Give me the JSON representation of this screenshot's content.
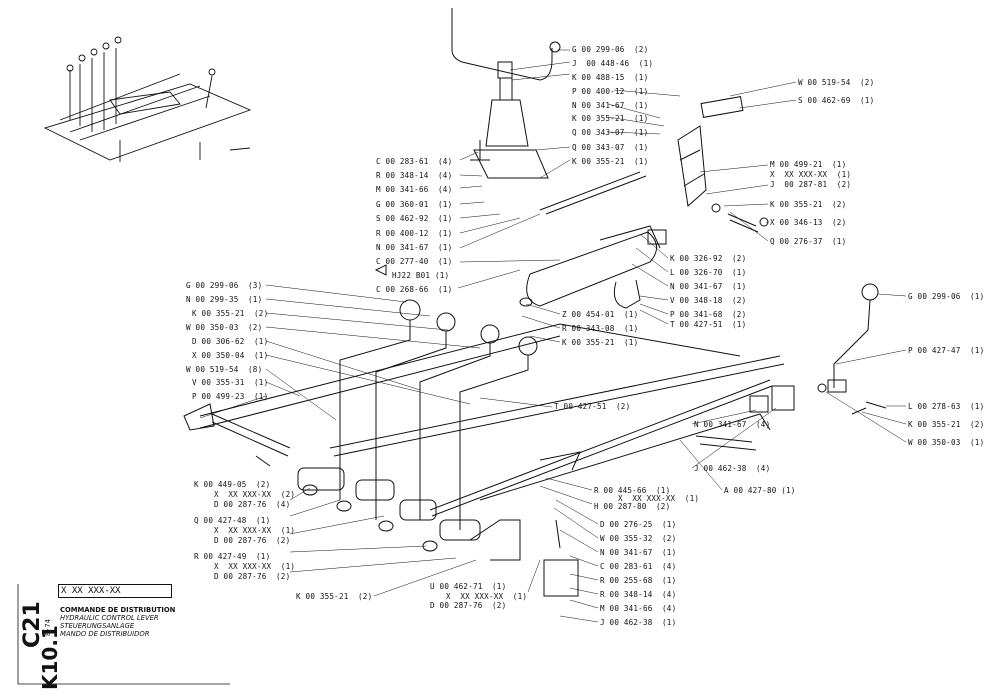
{
  "sheet": {
    "code_main": "C21",
    "code_sub": "K10.1",
    "date": "8-74",
    "ref_box": "X XX XXX-XX",
    "titles": [
      "COMMANDE DE DISTRIBUTION",
      "HYDRAULIC CONTROL LEVER",
      "STEUERUNGSANLAGE",
      "MANDO DE DISTRIBUIDOR"
    ]
  },
  "labels": {
    "g00299_06_top": "G 00 299-06  (2)",
    "j00448_46": "J  00 448-46  (1)",
    "k00488_15": "K 00 488-15  (1)",
    "p00400_12_top": "P 00 400-12  (1)",
    "n00341_67_top": "N 00 341-67  (1)",
    "k00355_21_top": "K 00 355-21  (1)",
    "q00343_07_a": "Q 00 343-07  (1)",
    "q00343_07_b": "Q 00 343-07  (1)",
    "k00355_21_b": "K 00 355-21  (1)",
    "c00283_61_l": "C 00 283-61  (4)",
    "r00348_14_l": "R 00 348-14  (4)",
    "m00341_66_l": "M 00 341-66  (4)",
    "g00360_01": "G 00 360-01  (1)",
    "s00462_92": "S 00 462-92  (1)",
    "r00400_12": "R 00 400-12  (1)",
    "n00341_67_l": "N 00 341-67  (1)",
    "c00277_40": "C 00 277-40  (1)",
    "hj22": "HJ22 B01 (1)",
    "c00268_66": "C 00 268-66  (1)",
    "w00519_54_r": "W 00 519-54  (2)",
    "s00462_69": "S 00 462-69  (1)",
    "m00499_21": "M 00 499-21  (1)",
    "xx_r1": "X  XX XXX-XX  (1)",
    "j00287_81": "J  00 287-81  (2)",
    "k00355_21_r2": "K 00 355-21  (2)",
    "x00346_13": "X 00 346-13  (2)",
    "q00276_37": "Q 00 276-37  (1)",
    "k00326_92": "K 00 326-92  (2)",
    "l00326_70": "L 00 326-70  (1)",
    "n00341_67_m": "N 00 341-67  (1)",
    "v00348_18": "V 00 348-18  (2)",
    "p00341_68": "P 00 341-68  (2)",
    "t00427_51_m": "T 00 427-51  (1)",
    "z00454_01": "Z 00 454-01  (1)",
    "r00343_08": "R 00 343-08  (1)",
    "k00355_21_m": "K 00 355-21  (1)",
    "g00299_06_r": "G 00 299-06  (1)",
    "p00427_47": "P 00 427-47  (1)",
    "l00278_63": "L 00 278-63  (1)",
    "k00355_21_rr": "K 00 355-21  (2)",
    "w00350_03_rr": "W 00 350-03  (1)",
    "g00299_06_l": "G 00 299-06  (3)",
    "n00299_35": "N 00 299-35  (1)",
    "k00355_21_l": "K 00 355-21  (2)",
    "w00350_03_l": "W 00 350-03  (2)",
    "d00306_62": "D 00 306-62  (1)",
    "x00350_04": "X 00 350-04  (1)",
    "w00519_54_l": "W 00 519-54  (8)",
    "v00355_31": "V 00 355-31  (1)",
    "p00499_23": "P 00 499-23  (1)",
    "t00427_51_c": "T 00 427-51  (2)",
    "n00341_67_c": "N 00 341-67  (4)",
    "j00462_38_c": "J 00 462-38  (4)",
    "a00427_80": "A 00 427-80 (1)",
    "r00445_66": "R 00 445-66  (1)",
    "xx_c": "X  XX XXX-XX  (1)",
    "h00287_80": "H 00 287-80  (2)",
    "k00449_05": "K 00 449-05  (2)",
    "xx_l1": "X  XX XXX-XX  (2)",
    "d00287_76_a": "D 00 287-76  (4)",
    "q00427_48": "Q 00 427-48  (1)",
    "xx_l2": "X  XX XXX-XX  (1)",
    "d00287_76_b": "D 00 287-76  (2)",
    "r00427_49": "R 00 427-49  (1)",
    "xx_l3": "X  XX XXX-XX  (1)",
    "d00287_76_c": "D 00 287-76  (2)",
    "k00355_21_bot": "K 00 355-21  (2)",
    "d00276_25": "D 00 276-25  (1)",
    "w00355_32": "W 00 355-32  (2)",
    "n00341_67_b": "N 00 341-67  (1)",
    "c00283_61_b": "C 00 283-61  (4)",
    "r00255_68": "R 00 255-68  (1)",
    "r00348_14_b": "R 00 348-14  (4)",
    "m00341_66_b": "M 00 341-66  (4)",
    "j00462_38_b": "J 00 462-38  (1)",
    "u00462_71": "U 00 462-71  (1)",
    "xx_u": "X  XX XXX-XX  (1)",
    "d00287_76_u": "D 00 287-76  (2)"
  }
}
